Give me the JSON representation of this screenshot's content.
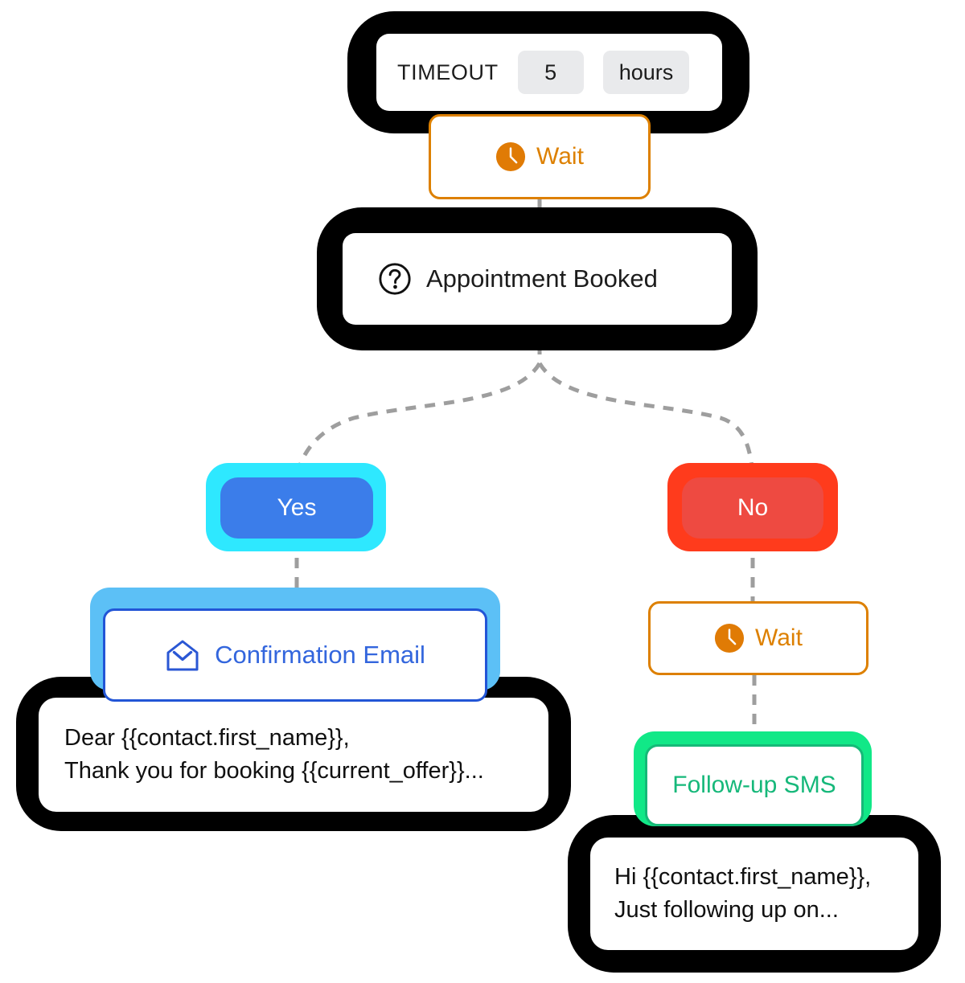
{
  "timeout": {
    "label": "TIMEOUT",
    "value": "5",
    "unit": "hours"
  },
  "wait_top": {
    "label": "Wait",
    "icon": "clock-icon"
  },
  "condition": {
    "label": "Appointment Booked",
    "icon": "question-mark-icon"
  },
  "branches": {
    "yes": {
      "label": "Yes",
      "color": "#3b7dea",
      "glow": "#2ee8ff"
    },
    "no": {
      "label": "No",
      "color": "#ee4a41",
      "glow": "#ff3b1c"
    }
  },
  "email_node": {
    "label": "Confirmation Email",
    "icon": "open-envelope-icon",
    "color": "#3366dd",
    "glow": "#5cc0f6",
    "body_line_1": "Dear {{contact.first_name}},",
    "body_line_2": "Thank you for booking {{current_offer}}..."
  },
  "wait_right": {
    "label": "Wait",
    "icon": "clock-icon"
  },
  "sms_node": {
    "label": "Follow-up SMS",
    "color": "#16b87a",
    "glow": "#11e887",
    "body_line_1": "Hi {{contact.first_name}},",
    "body_line_2": "Just following up on..."
  }
}
